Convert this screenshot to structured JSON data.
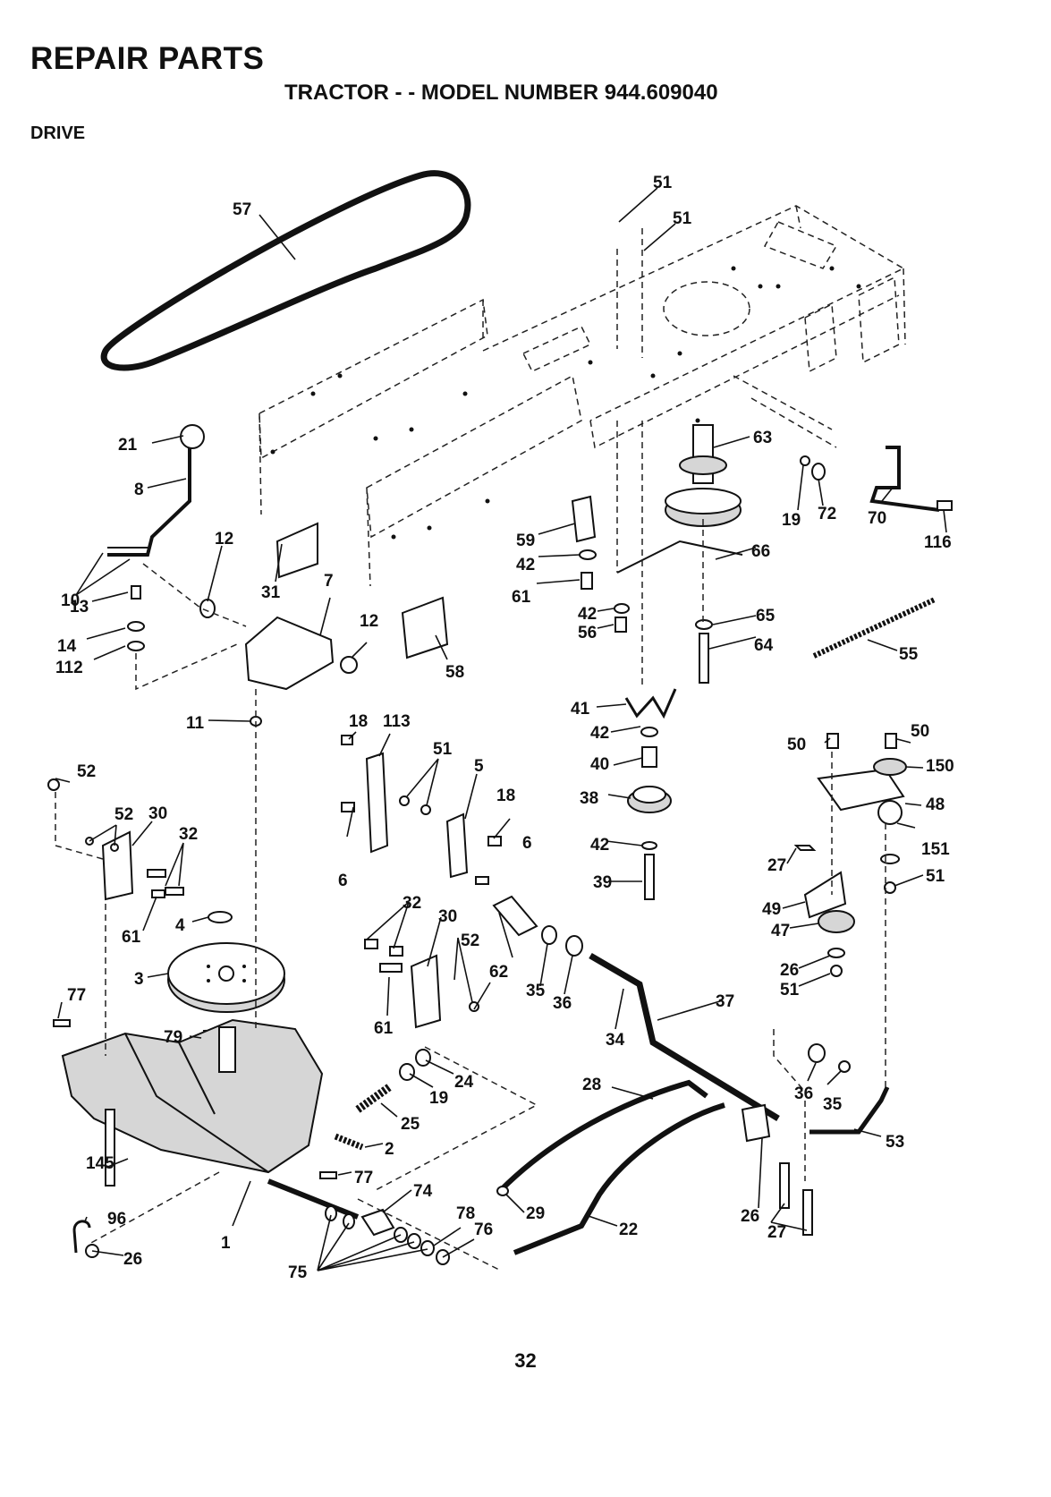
{
  "header": {
    "title": "REPAIR PARTS",
    "subtitle": "TRACTOR - - MODEL NUMBER 944.609040",
    "section": "DRIVE"
  },
  "page_number": "32",
  "callouts": {
    "c57": "57",
    "c51a": "51",
    "c51b": "51",
    "c21": "21",
    "c8": "8",
    "c63": "63",
    "c10": "10",
    "c12a": "12",
    "c7": "7",
    "c31": "31",
    "c12b": "12",
    "c58": "58",
    "c13": "13",
    "c14": "14",
    "c112": "112",
    "c19a": "19",
    "c72": "72",
    "c70": "70",
    "c116": "116",
    "c59": "59",
    "c42a": "42",
    "c61a": "61",
    "c42b": "42",
    "c56": "56",
    "c66": "66",
    "c65": "65",
    "c64": "64",
    "c55": "55",
    "c18a": "18",
    "c113": "113",
    "c41": "41",
    "c42c": "42",
    "c40": "40",
    "c50a": "50",
    "c50b": "50",
    "c150": "150",
    "c52a": "52",
    "c11": "11",
    "c51c": "51",
    "c5": "5",
    "c18b": "18",
    "c38": "38",
    "c48": "48",
    "c52b": "52",
    "c30a": "30",
    "c32a": "32",
    "c6a": "6",
    "c6b": "6",
    "c42d": "42",
    "c27a": "27",
    "c151": "151",
    "c39": "39",
    "c51d": "51",
    "c61b": "61",
    "c4": "4",
    "c32b": "32",
    "c30b": "30",
    "c49": "49",
    "c47": "47",
    "c52c": "52",
    "c3": "3",
    "c62": "62",
    "c35a": "35",
    "c26a": "26",
    "c51e": "51",
    "c36a": "36",
    "c77a": "77",
    "c61c": "61",
    "c37": "37",
    "c34": "34",
    "c79": "79",
    "c24": "24",
    "c19b": "19",
    "c28": "28",
    "c36b": "36",
    "c35b": "35",
    "c25": "25",
    "c2": "2",
    "c53": "53",
    "c145": "145",
    "c77b": "77",
    "c74": "74",
    "c29": "29",
    "c96": "96",
    "c78": "78",
    "c76": "76",
    "c22": "22",
    "c26b": "26",
    "c27b": "27",
    "c1": "1",
    "c75": "75",
    "c26c": "26"
  }
}
